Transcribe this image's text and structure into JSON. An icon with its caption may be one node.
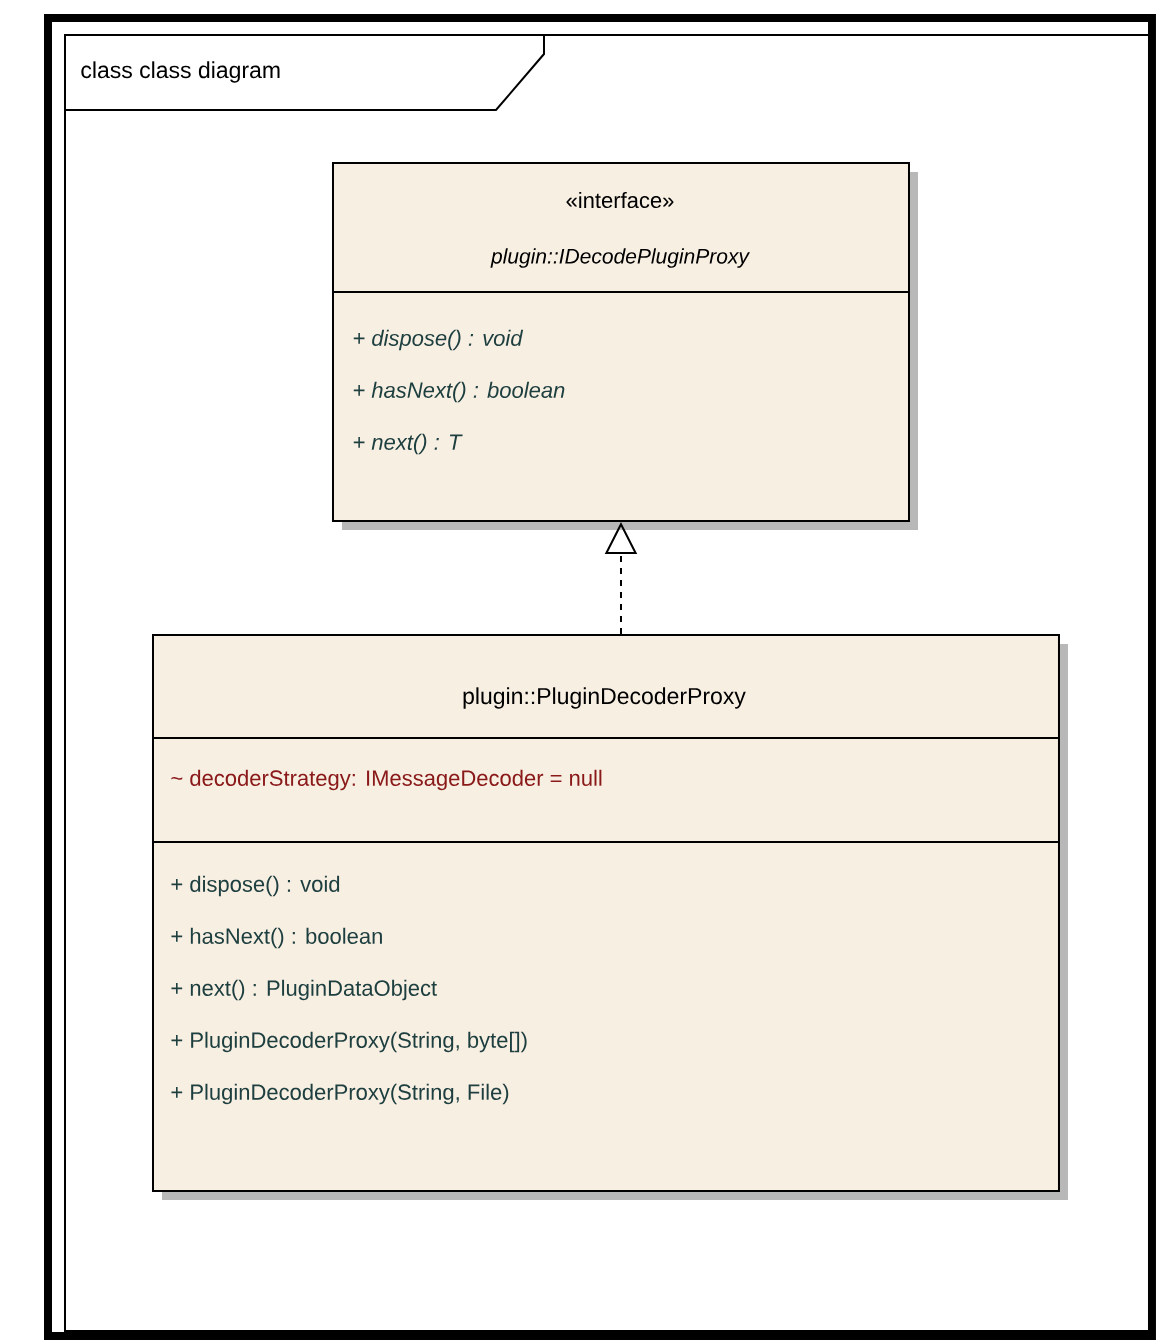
{
  "diagram": {
    "nodes": [
      {
        "text": [
          "class class diagram"
        ]
      },
      {
        "text": [
          "«interface»",
          "plugin::IDecodePluginProxy",
          "+ dispose() : void",
          "+ hasNext() : boolean",
          "+ next() : T"
        ],
        "in": 0
      },
      {
        "text": [
          "plugin::PluginDecoderProxy",
          "~ decoderStrategy: IMessageDecoder = null",
          "+ dispose() : void",
          "+ hasNext() : boolean",
          "+ next() : PluginDataObject",
          "+ PluginDecoderProxy(String, byte[])",
          "+ PluginDecoderProxy(String, File)"
        ],
        "in": 0
      }
    ],
    "edges": [
      {
        "from": 2,
        "to": 1,
        "arrow": "to",
        "style": "dashed"
      }
    ]
  }
}
